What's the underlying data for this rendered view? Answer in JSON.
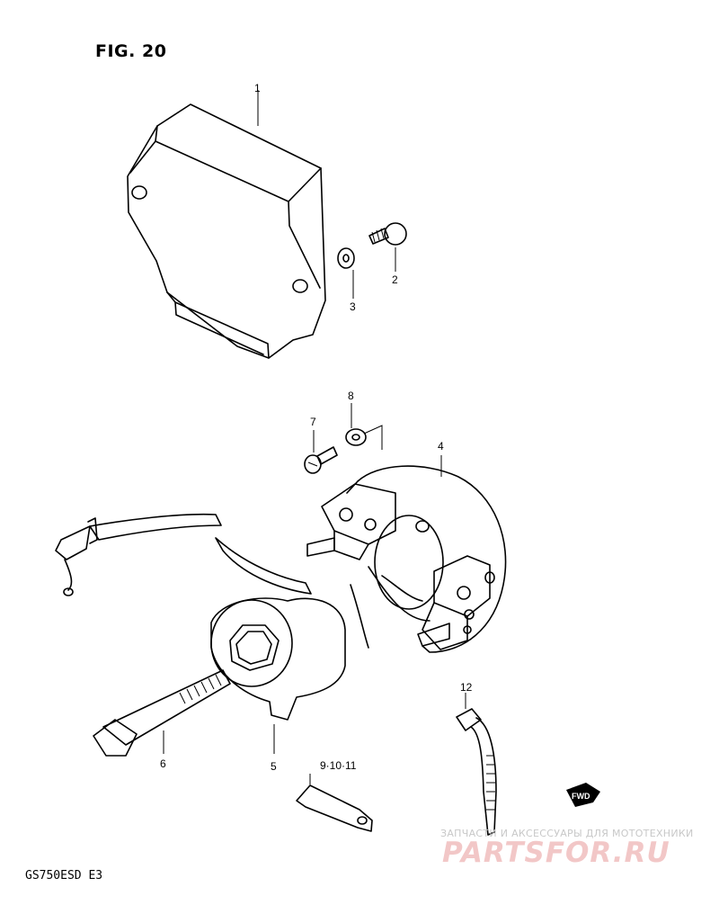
{
  "figure": {
    "title": "FIG. 20",
    "model": "GS750ESD  E3"
  },
  "callouts": [
    "1",
    "2",
    "3",
    "4",
    "5",
    "6",
    "7",
    "8",
    "9·10·11",
    "12"
  ],
  "watermark": {
    "caption": "ЗАПЧАСТИ И АКСЕССУАРЫ ДЛЯ МОТОТЕХНИКИ",
    "logo": "PARTSFOR.RU"
  },
  "fwd_badge": "FWD",
  "colors": {
    "line": "#000000",
    "background": "#ffffff",
    "watermark_logo": "#f2c7c7"
  }
}
